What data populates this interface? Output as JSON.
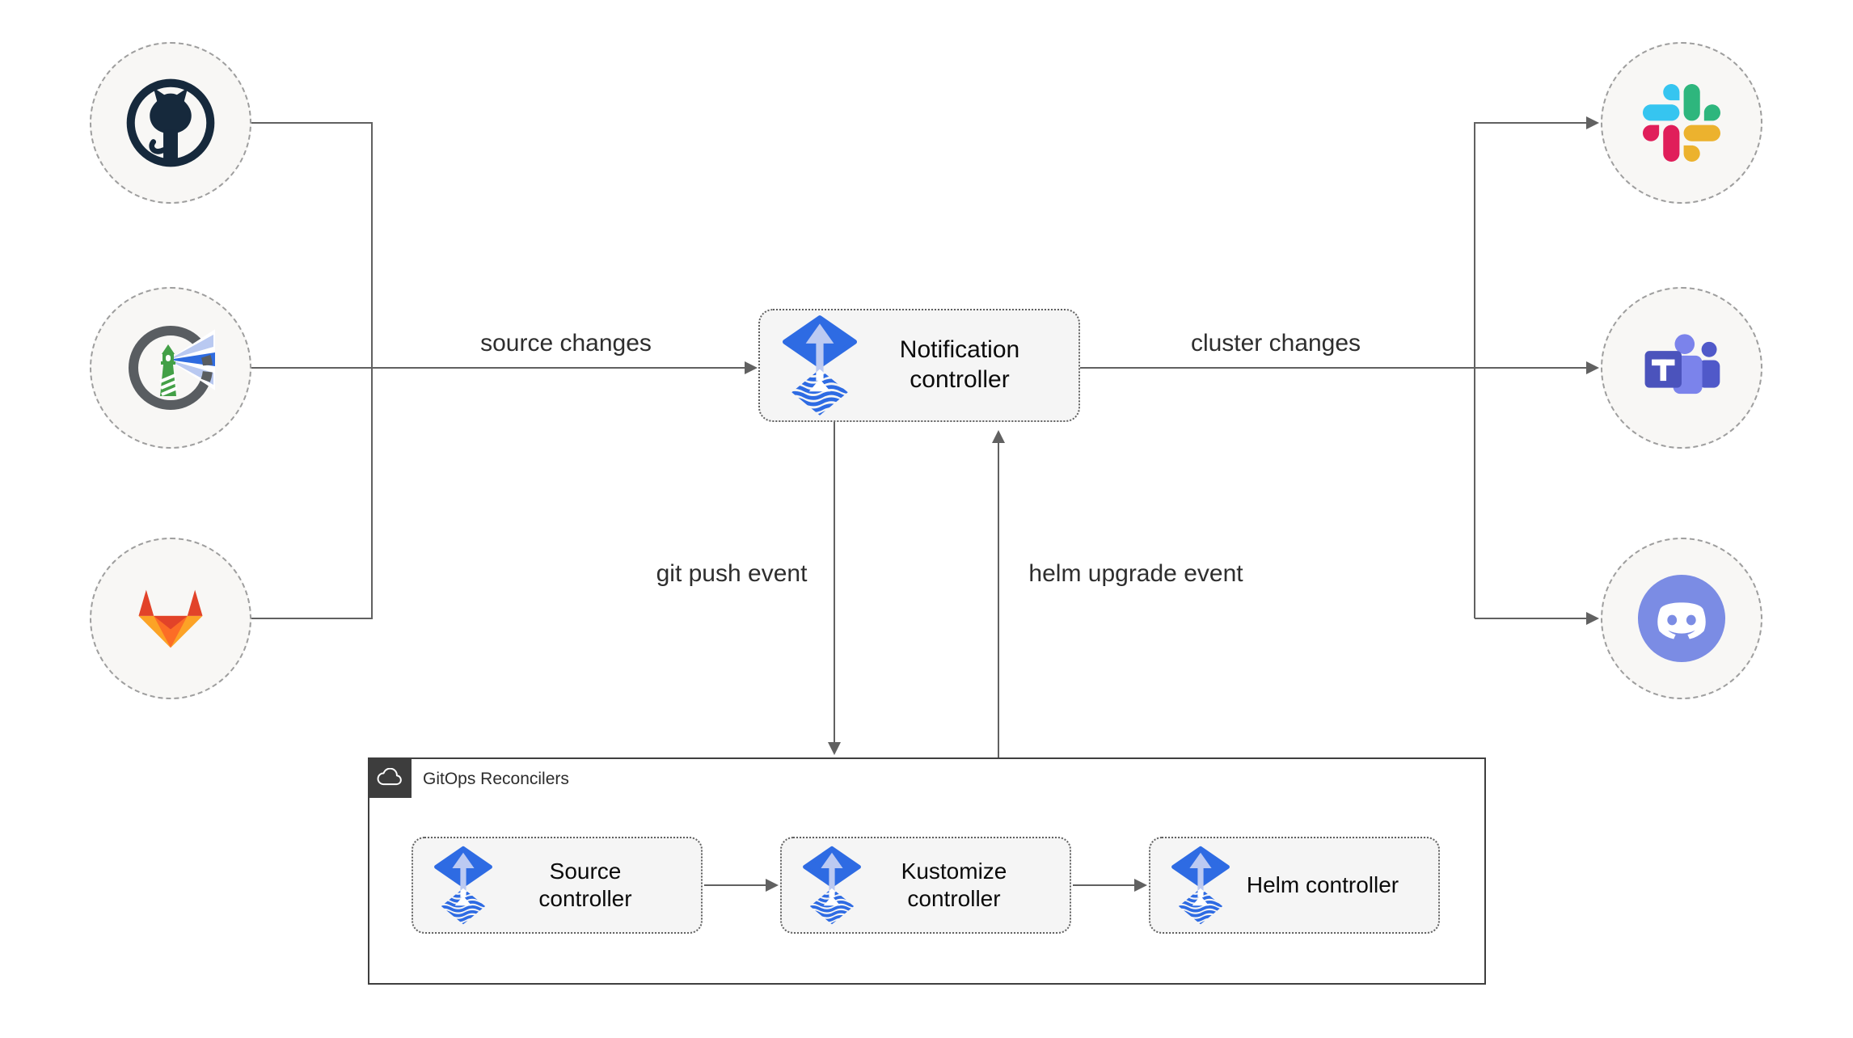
{
  "nodes": {
    "notification": {
      "label": "Notification controller"
    },
    "reconcilers": {
      "title": "GitOps Reconcilers",
      "items": [
        {
          "label": "Source controller"
        },
        {
          "label": "Kustomize controller"
        },
        {
          "label": "Helm controller"
        }
      ]
    }
  },
  "edges": {
    "source_changes": "source changes",
    "cluster_changes": "cluster changes",
    "git_push": "git push event",
    "helm_upgrade": "helm upgrade event"
  },
  "icons": {
    "sources": [
      "github-icon",
      "harbor-icon",
      "gitlab-icon"
    ],
    "targets": [
      "slack-icon",
      "teams-icon",
      "discord-icon"
    ],
    "controller_icon": "flux-icon",
    "group_icon": "cloud-icon"
  },
  "colors": {
    "flux_blue": "#2e6be3",
    "flux_arrow": "#bccaf2",
    "line": "#616161",
    "node_fill": "#f5f5f5",
    "circle_fill": "#f8f7f5",
    "github": "#16293c",
    "harbor_ring": "#595d61",
    "harbor_green": "#43a047",
    "gitlab": [
      "#e24329",
      "#fc6d26",
      "#fca326"
    ],
    "slack": [
      "#36c5f0",
      "#2eb67d",
      "#ecb22e",
      "#e01e5a"
    ],
    "teams": [
      "#4b53bc",
      "#7b83eb",
      "#5059c9"
    ],
    "discord": "#7b8ce4"
  }
}
